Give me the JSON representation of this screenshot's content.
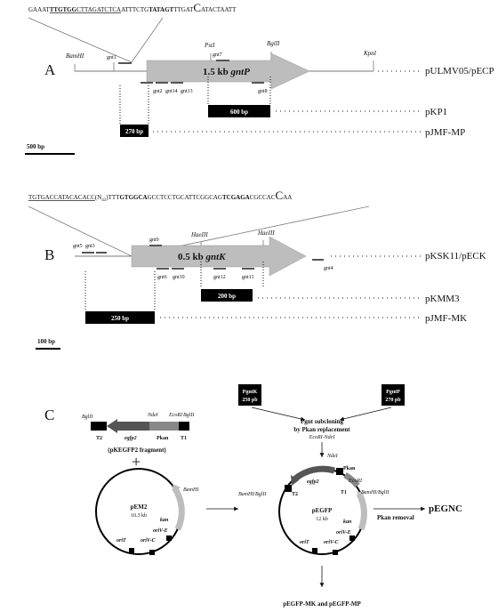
{
  "panel_a": {
    "letter": "A",
    "seq_normal1": "GAAAT",
    "seq_under": "TTGTGG",
    "seq_normal2": "CTTAGATCTCA",
    "seq_normal3": "ATTTCTG",
    "seq_bold": "TATAGT",
    "seq_normal4": "TTGAT",
    "seq_big": "C",
    "seq_normal5": "ATACTAATT",
    "sites": {
      "bamhi": "BamHI",
      "psti": "PstI",
      "bglii": "BglII",
      "kpni": "KpnI"
    },
    "gene_label_a": "1.5 kb ",
    "gene_label_b": "gntP",
    "primers": {
      "p1": "gnt1",
      "p7": "gnt7",
      "p2": "gnt2",
      "p14": "gnt14",
      "p13": "gnt13",
      "p8": "gnt8"
    },
    "bp600": "600 bp",
    "bp270": "270 bp",
    "scale": "500 bp",
    "constructs": {
      "c1": "pULMV05/pECP",
      "c2": "pKP1",
      "c3": "pJMF-MP"
    }
  },
  "panel_b": {
    "letter": "B",
    "seq_under": "TGTGACCATACACACC",
    "seq_n": "(N",
    "seq_sub": "43",
    "seq_n2": ")TTT",
    "seq_bold1": "GTGGCA",
    "seq_mid": "GCCTCCTGCATTCGGCAG",
    "seq_bold2": "TCGAGA",
    "seq_mid2": "CGCCAC",
    "seq_big": "C",
    "seq_end": "AA",
    "sites": {
      "haeiii1": "HaeIII",
      "haeiii2": "HaeIII"
    },
    "gene_label_a": "0.5 kb ",
    "gene_label_b": "gntK",
    "primers": {
      "p5": "gnt5",
      "p3": "gnt3",
      "p9": "gnt9",
      "p6": "gnt6",
      "p10": "gnt10",
      "p12": "gnt12",
      "p11": "gnt11",
      "p4": "gnt4"
    },
    "bp200": "200 bp",
    "bp250": "250 bp",
    "scale": "100 bp",
    "constructs": {
      "c1": "pKSK11/pECK",
      "c2": "pKMM3",
      "c3": "pJMF-MK"
    }
  },
  "panel_c": {
    "letter": "C",
    "frag": {
      "bglii_l": "BglII",
      "ndei": "NdeI",
      "ecori": "EcoRI",
      "bglii_r": "BglII",
      "t2": "T2",
      "egfp2": "egfp2",
      "pkan": "Pkan",
      "t1": "T1",
      "label": "(pKEGFP2 fragment)"
    },
    "plus": "+",
    "pem2": {
      "name": "pEM2",
      "size": "10.3 kb",
      "bamhi": "BamHI",
      "kan": "kan",
      "oriv_e": "oriV-E",
      "orit": "oriT",
      "oriv_c": "oriV-C"
    },
    "pgntk_a": "PgntK",
    "pgntk_b": "250 pb",
    "pgntp_a": "PgntP",
    "pgntp_b": "270 pb",
    "subcloning1": "Pgnt subcloning",
    "subcloning2": "by Pkan replacement",
    "subcloning3": "EcoRI-NdeI",
    "pegfp": {
      "name": "pEGFP",
      "size": "12 kb",
      "ndei": "NdeI",
      "pkan": "Pkan",
      "ecori": "EcoRI",
      "bam_l": "BamHI/BglII",
      "bam_r": "BamHI/BglII",
      "t2": "T2",
      "egfp2": "egfp2",
      "t1": "T1",
      "kan": "kan",
      "oriv_e": "oriV-E",
      "orit": "oriT",
      "oriv_c": "oriV-C"
    },
    "pegnc": "pEGNC",
    "removal": "Pkan removal",
    "final": "pEGFP-MK and pEGFP-MP"
  }
}
